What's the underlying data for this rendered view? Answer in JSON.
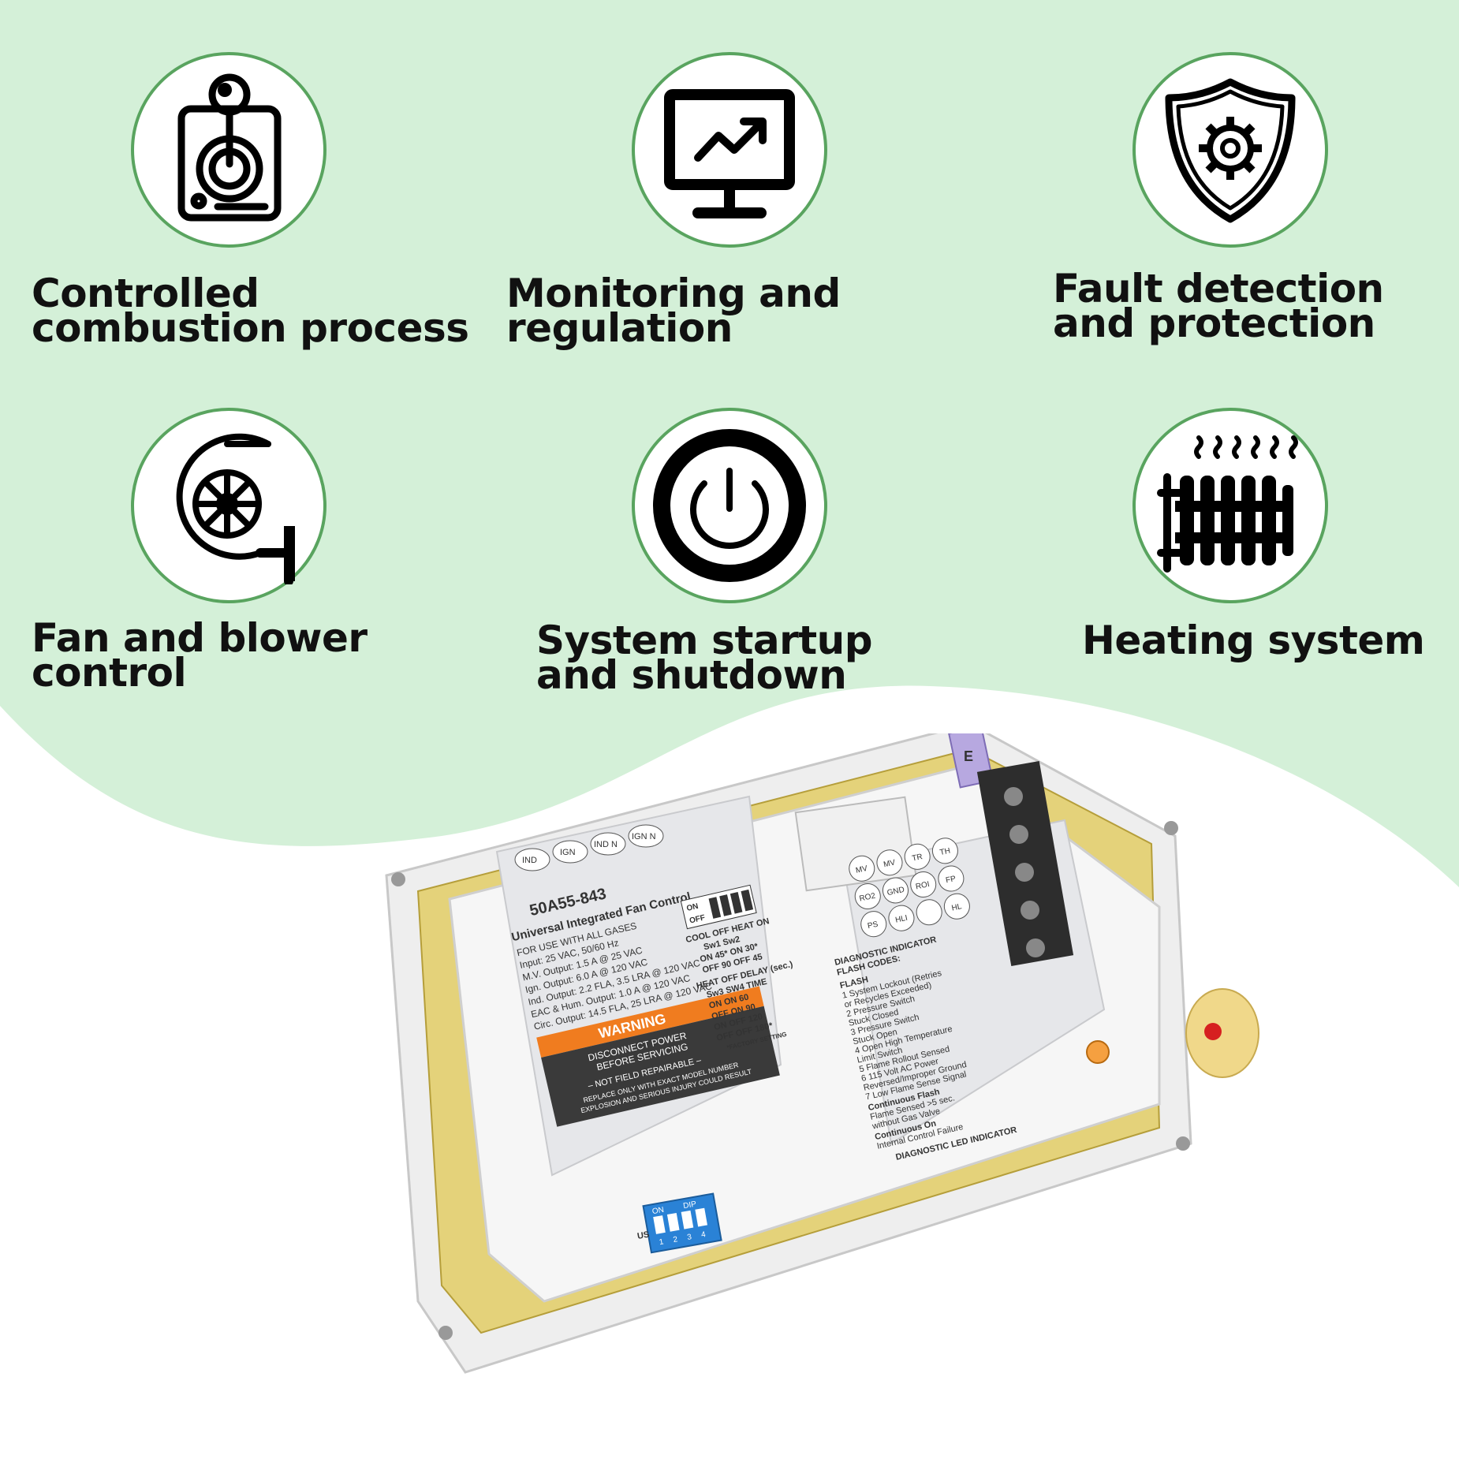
{
  "colors": {
    "background_green": "#d4f0d8",
    "circle_border": "#59a45f",
    "text": "#111111"
  },
  "features": [
    {
      "icon": "joystick-icon",
      "label": "Controlled combustion process"
    },
    {
      "icon": "monitor-chart-icon",
      "label": "Monitoring and regulation"
    },
    {
      "icon": "shield-gear-icon",
      "label": "Fault detection and protection"
    },
    {
      "icon": "blower-fan-icon",
      "label": "Fan and blower control"
    },
    {
      "icon": "power-button-icon",
      "label": "System startup and shutdown"
    },
    {
      "icon": "radiator-icon",
      "label": "Heating system"
    }
  ],
  "product": {
    "model": "50A55-843",
    "name": "Universal Integrated Fan Control",
    "connectors": [
      "IND",
      "IGN",
      "IND N",
      "IGN N"
    ],
    "specs": [
      "FOR USE WITH ALL GASES",
      "Input: 25 VAC, 50/60 Hz",
      "M.V. Output: 1.5 A @ 25 VAC",
      "Ign. Output: 6.0 A @ 120 VAC",
      "Ind. Output: 2.2 FLA, 3.5 LRA @ 120 VAC",
      "EAC & Hum. Output: 1.0 A @ 120 VAC",
      "Circ. Output: 14.5 FLA, 25 LRA @ 120 VAC"
    ],
    "warning_title": "WARNING",
    "warning_text": [
      "DISCONNECT POWER",
      "BEFORE SERVICING"
    ],
    "not_repairable": "– NOT FIELD REPAIRABLE –",
    "replace_text": [
      "REPLACE ONLY WITH EXACT MODEL NUMBER",
      "EXPLOSION AND SERIOUS INJURY COULD RESULT"
    ],
    "terminals": [
      "MV",
      "MV",
      "TR",
      "TH",
      "RO2",
      "GND",
      "ROI",
      "FP",
      "PS",
      "HLI",
      "HL"
    ],
    "diag_title": [
      "DIAGNOSTIC INDICATOR",
      "FLASH CODES:"
    ],
    "flash_codes": [
      "FLASH",
      "1  System Lockout (Retries",
      "   or Recycles Exceeded)",
      "2  Pressure Switch",
      "   Stuck Closed",
      "3  Pressure Switch",
      "   Stuck Open",
      "4  Open High Temperature",
      "   Limit Switch",
      "5  Flame Rollout Sensed",
      "6  115 Volt AC Power",
      "   Reversed/Improper Ground",
      "7  Low Flame Sense Signal",
      "Continuous Flash",
      "   Flame Sensed >5 sec.",
      "   without Gas Valve",
      "Continuous On",
      "   Internal Control Failure"
    ],
    "led_label": "DIAGNOSTIC LED INDICATOR",
    "switch_table": [
      "COOL OFF   HEAT ON",
      "Sw1          Sw2",
      "ON 45*      ON 30*",
      "OFF 90      OFF 45",
      "HEAT OFF DELAY (sec.)",
      "Sw3   SW4   TIME",
      "ON     ON     60",
      "OFF    ON     90",
      "ON     OFF    120",
      "OFF    OFF    180*",
      "*FACTORY SETTING"
    ],
    "dip_on": "ON",
    "dip_off": "OFF",
    "dip_label": "DIP",
    "dip_numbers": [
      "1",
      "2",
      "3",
      "4"
    ],
    "us_label": "US",
    "fuse_label": "E"
  }
}
